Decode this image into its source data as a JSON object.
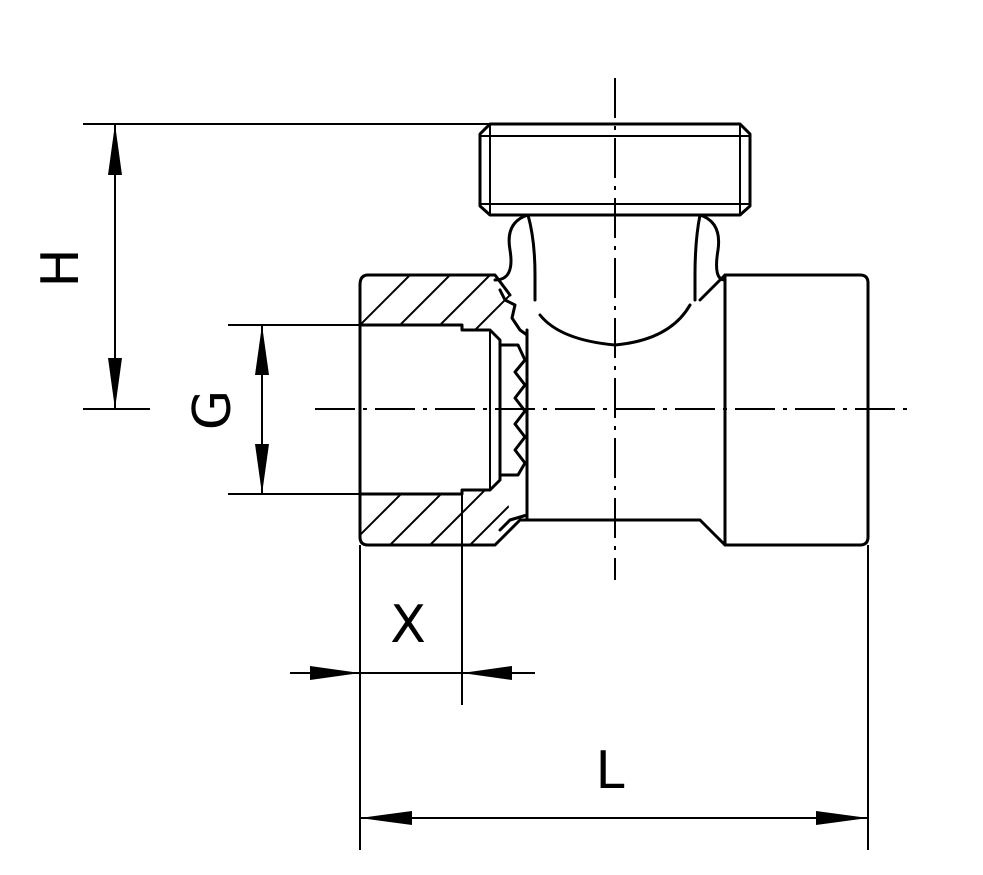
{
  "drawing": {
    "dimension_labels": {
      "height": "H",
      "thread": "G",
      "thread_depth": "X",
      "length": "L"
    }
  }
}
